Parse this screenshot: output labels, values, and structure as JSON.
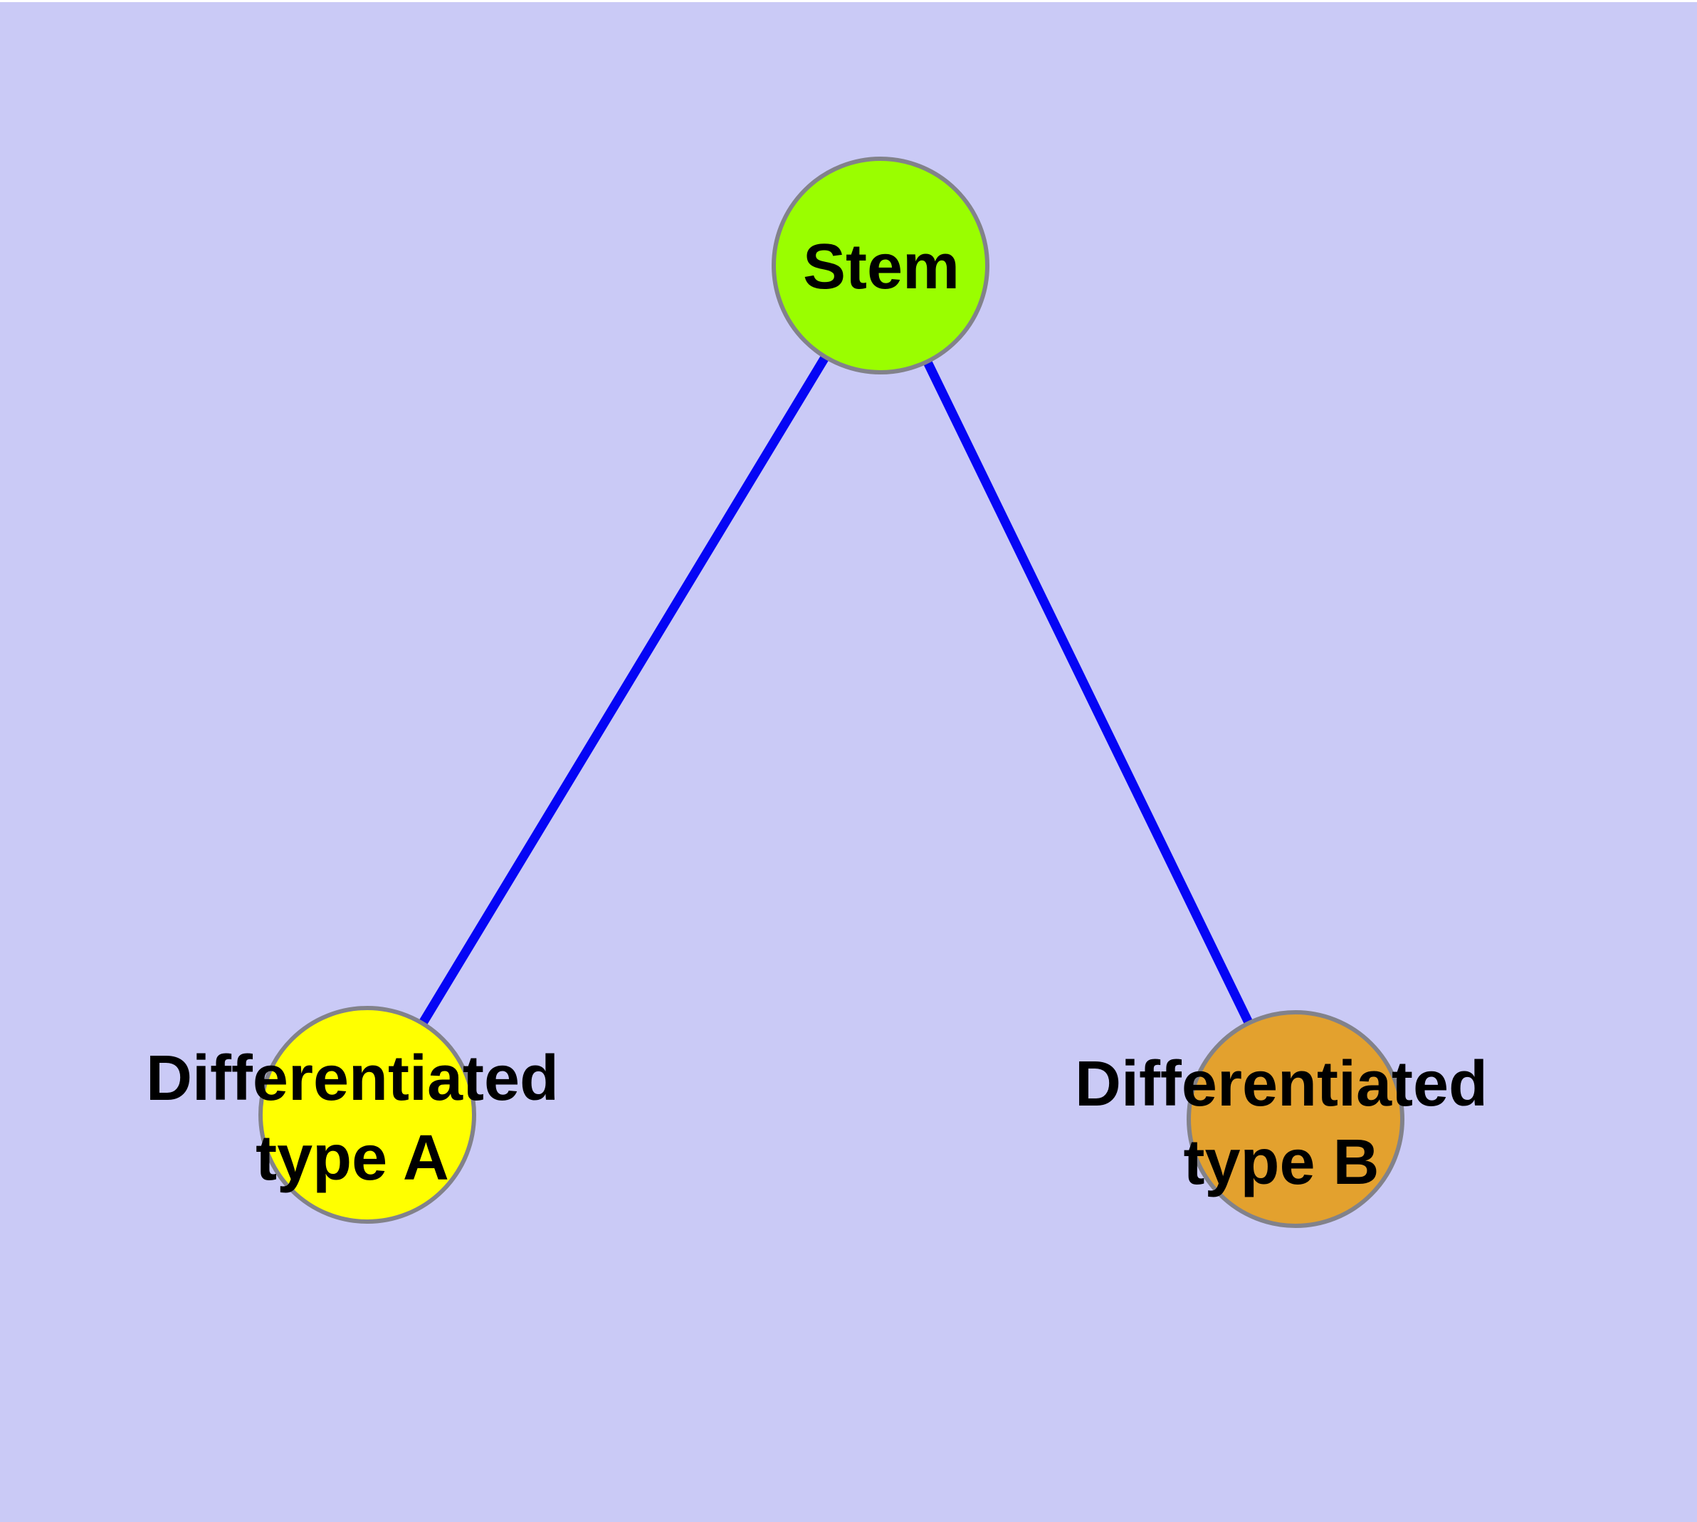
{
  "canvas": {
    "background_color": "#CACAF6",
    "top_strip_color": "#FFFFFF"
  },
  "diagram": {
    "edge_color": "#0505F5",
    "node_border_color": "#82828A",
    "nodes": [
      {
        "id": "stem",
        "label": "Stem",
        "label_lines": [
          "Stem"
        ],
        "fill_color": "#9AFE00"
      },
      {
        "id": "differentiated-type-a",
        "label": "Differentiated type A",
        "label_lines": [
          "Differentiated",
          "type A"
        ],
        "fill_color": "#FFFF00"
      },
      {
        "id": "differentiated-type-b",
        "label": "Differentiated type B",
        "label_lines": [
          "Differentiated",
          "type B"
        ],
        "fill_color": "#E3A12E"
      }
    ],
    "edges": [
      {
        "from": "stem",
        "to": "differentiated-type-a"
      },
      {
        "from": "stem",
        "to": "differentiated-type-b"
      }
    ]
  }
}
